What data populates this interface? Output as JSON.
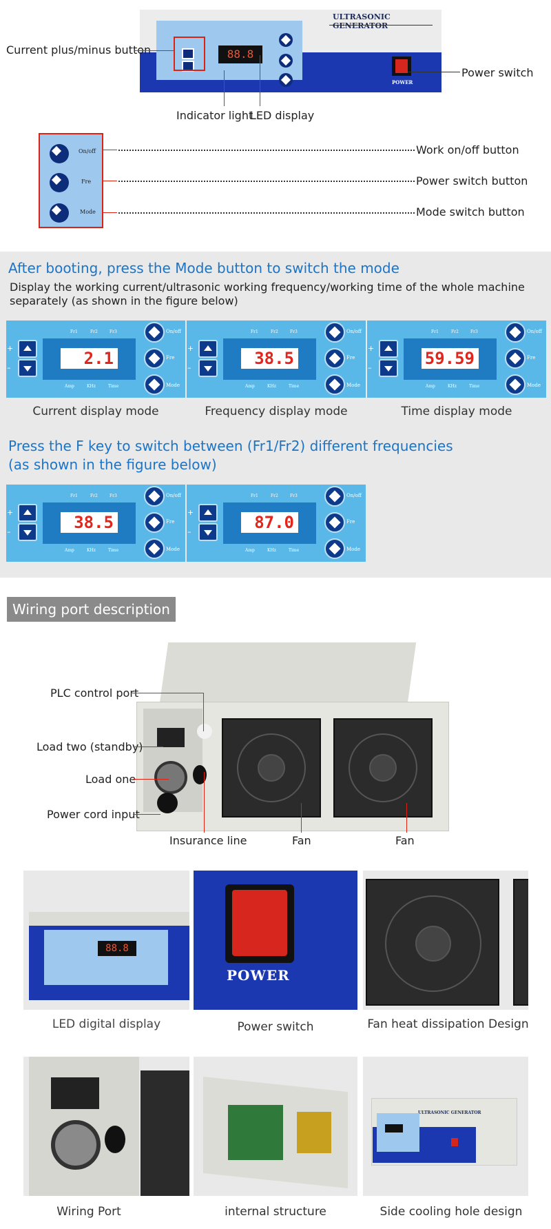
{
  "top_panel": {
    "brand": "ULTRASONIC GENERATOR",
    "label_current_button": "Current plus/minus button",
    "label_power_switch": "Power switch",
    "label_indicator": "Indicator light",
    "label_led": "LED display",
    "switch_text": "POWER"
  },
  "button_legend": {
    "items": [
      {
        "key": "On/off",
        "desc": "Work on/off button"
      },
      {
        "key": "Fre",
        "desc": "Power switch button"
      },
      {
        "key": "Mode",
        "desc": "Mode switch button"
      }
    ]
  },
  "mode_section": {
    "heading": "After booting, press the Mode button to switch the mode",
    "description": "Display the working current/ultrasonic working frequency/working time of the whole machine separately (as shown in the figure below)",
    "panels": [
      {
        "value": "2.1",
        "caption": "Current display mode"
      },
      {
        "value": "38.5",
        "caption": "Frequency display mode"
      },
      {
        "value": "59.59",
        "caption": "Time display mode"
      }
    ]
  },
  "freq_section": {
    "heading_line1": "Press the F key to switch between (Fr1/Fr2) different frequencies",
    "heading_line2": "(as shown in the figure below)",
    "panels": [
      {
        "value": "38.5"
      },
      {
        "value": "87.0"
      }
    ]
  },
  "panel_labels": {
    "fr1": "Fr1",
    "fr2": "Fr2",
    "fr3": "Fr3",
    "amp": "Amp",
    "khz": "KHz",
    "time": "Time",
    "onoff": "On/off",
    "fre": "Fre",
    "mode": "Mode",
    "plus": "+",
    "minus": "–"
  },
  "wiring": {
    "title": "Wiring port description",
    "plc": "PLC control port",
    "load_two": "Load two (standby)",
    "load_one": "Load one",
    "power_cord": "Power cord input",
    "insurance": "Insurance line",
    "fan1": "Fan",
    "fan2": "Fan"
  },
  "gallery": {
    "row1": [
      "LED digital display",
      "Power switch",
      "Fan heat dissipation Design"
    ],
    "row2": [
      "Wiring Port",
      "internal structure",
      "Side cooling hole design"
    ],
    "power_text": "POWER",
    "mini_brand": "ULTRASONIC GENERATOR"
  },
  "colors": {
    "accent_blue": "#1c74c6",
    "panel_blue": "#5ab8e8",
    "navy": "#1f3aa8",
    "gray_section": "#e9e9e9",
    "title_bar": "#8a8a8a"
  }
}
